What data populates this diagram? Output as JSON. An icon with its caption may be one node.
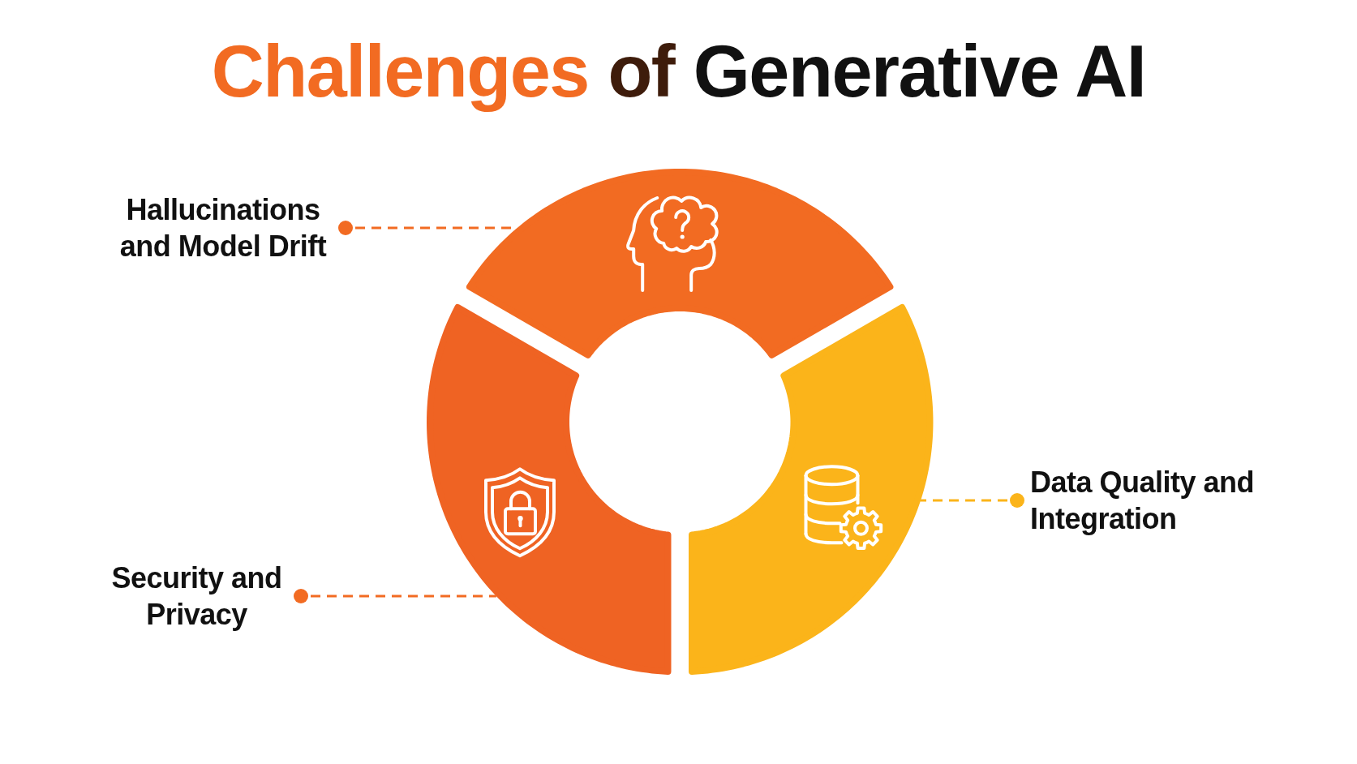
{
  "diagram": {
    "title": "Challenges of Generative AI",
    "nodes": [
      {
        "text": [
          "Hallucinations and Model Drift"
        ]
      },
      {
        "text": [],
        "shape": "arc"
      },
      {
        "text": [],
        "shape": "arc"
      },
      {
        "text": [],
        "shape": "arc"
      },
      {
        "text": [
          "Data Quality and Integration"
        ]
      },
      {
        "text": [
          "Security and Privacy"
        ]
      }
    ],
    "edges": [
      {
        "from": 0,
        "to": 1,
        "arrow": "other",
        "style": "dashed"
      },
      {
        "from": 4,
        "to": 3,
        "arrow": "other",
        "style": "dashed",
        "color": "#fbb41a"
      },
      {
        "from": 5,
        "to": 2,
        "arrow": "other",
        "style": "dashed"
      }
    ]
  }
}
